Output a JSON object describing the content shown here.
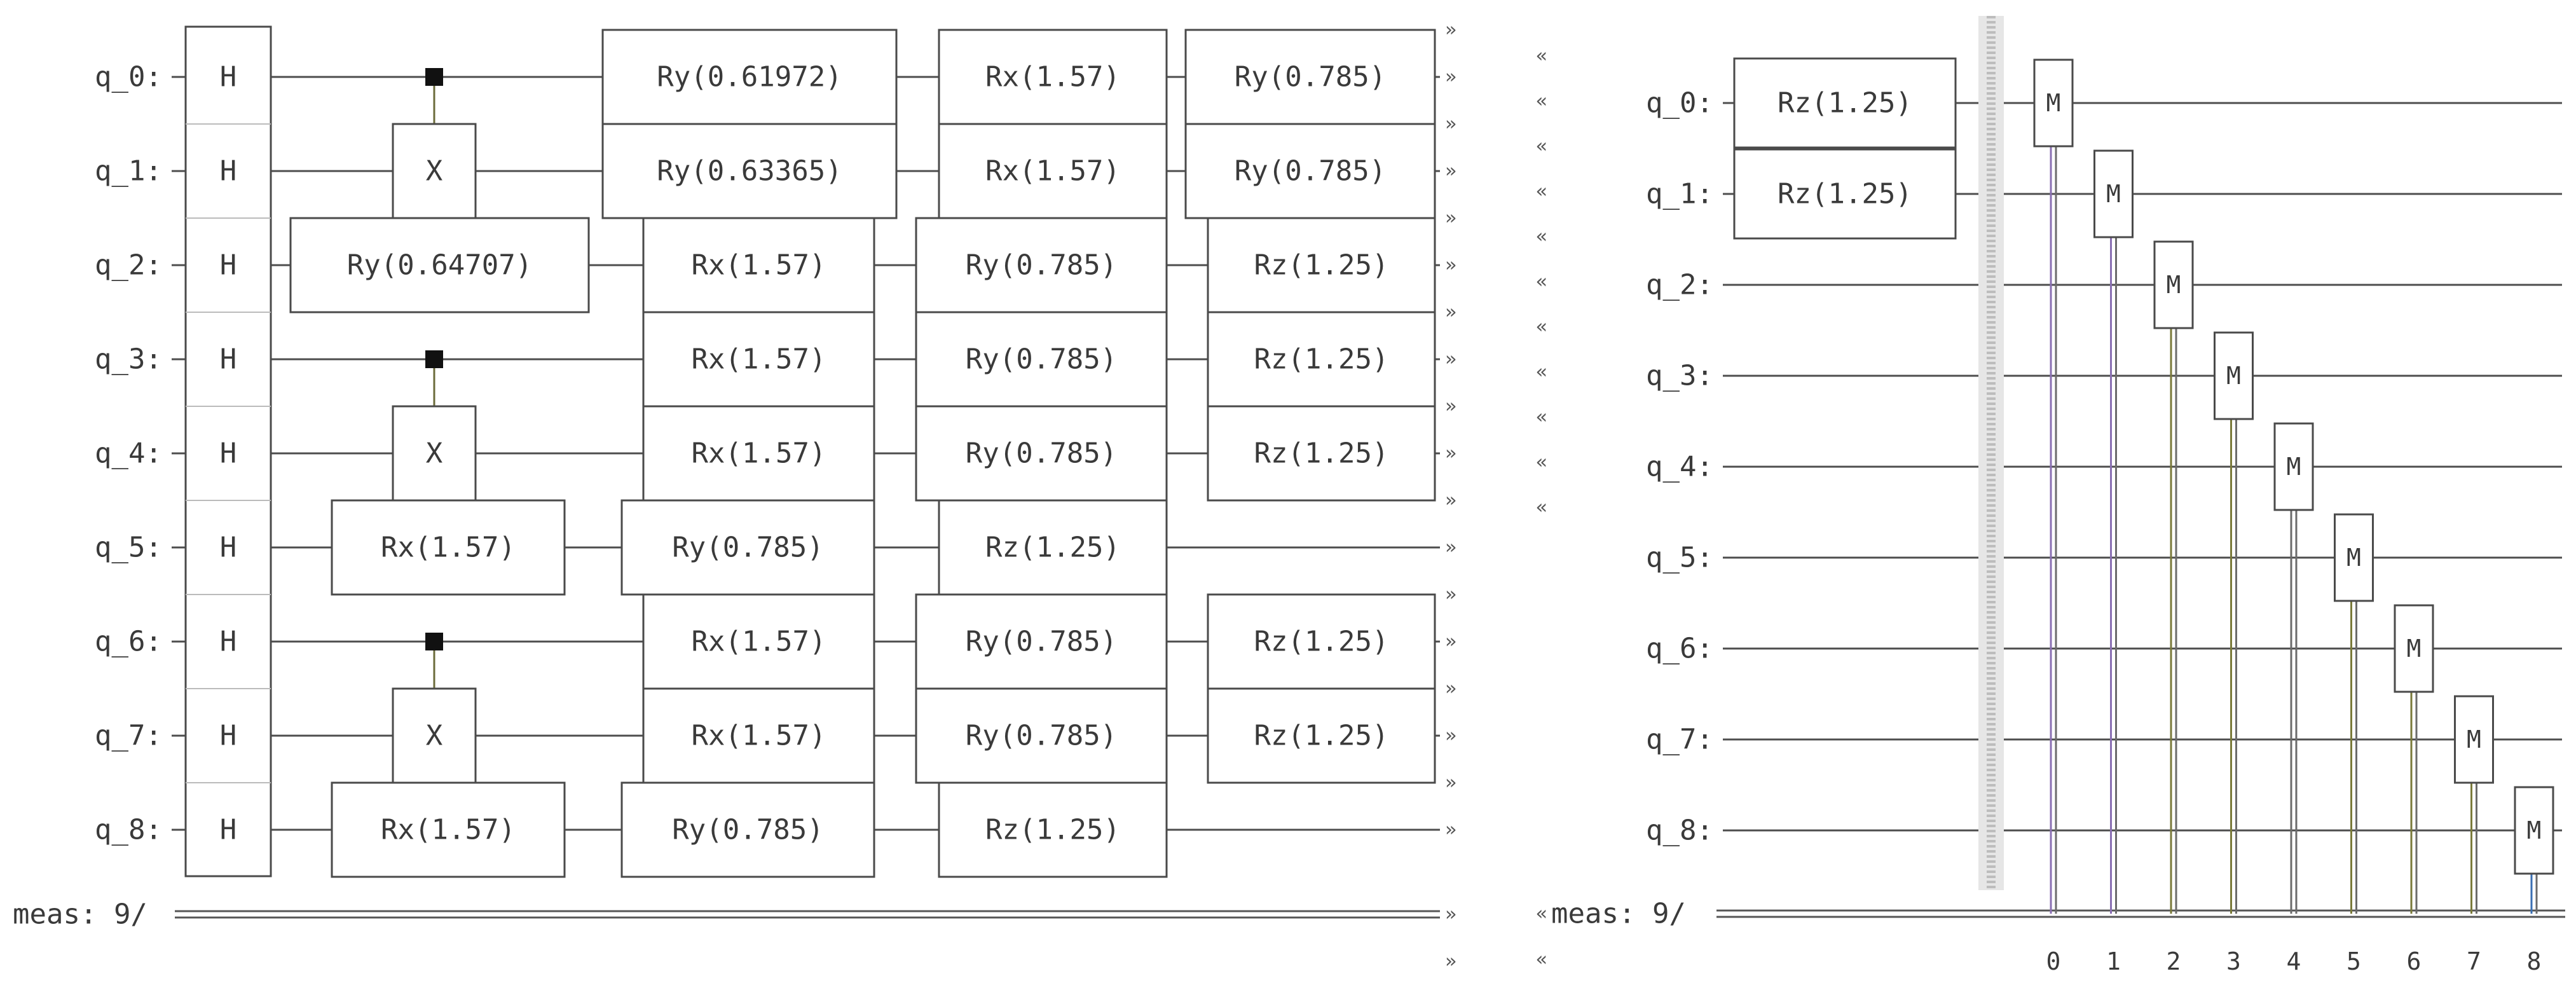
{
  "circuit": {
    "qubits": [
      "q_0:",
      "q_1:",
      "q_2:",
      "q_3:",
      "q_4:",
      "q_5:",
      "q_6:",
      "q_7:",
      "q_8:"
    ],
    "classical_register": "meas: 9/",
    "hadamard": "H",
    "cx_target": "X",
    "cx_pairs": [
      [
        0,
        1
      ],
      [
        3,
        4
      ],
      [
        6,
        7
      ]
    ],
    "left_gates": [
      {
        "qubit": 0,
        "label": "Ry(0.61972)"
      },
      {
        "qubit": 0,
        "label": "Rx(1.57)"
      },
      {
        "qubit": 0,
        "label": "Ry(0.785)"
      },
      {
        "qubit": 1,
        "label": "Ry(0.63365)"
      },
      {
        "qubit": 1,
        "label": "Rx(1.57)"
      },
      {
        "qubit": 1,
        "label": "Ry(0.785)"
      },
      {
        "qubit": 2,
        "label": "Ry(0.64707)"
      },
      {
        "qubit": 2,
        "label": "Rx(1.57)"
      },
      {
        "qubit": 2,
        "label": "Ry(0.785)"
      },
      {
        "qubit": 2,
        "label": "Rz(1.25)"
      },
      {
        "qubit": 3,
        "label": "Rx(1.57)"
      },
      {
        "qubit": 3,
        "label": "Ry(0.785)"
      },
      {
        "qubit": 3,
        "label": "Rz(1.25)"
      },
      {
        "qubit": 4,
        "label": "Rx(1.57)"
      },
      {
        "qubit": 4,
        "label": "Ry(0.785)"
      },
      {
        "qubit": 4,
        "label": "Rz(1.25)"
      },
      {
        "qubit": 5,
        "label": "Rx(1.57)"
      },
      {
        "qubit": 5,
        "label": "Ry(0.785)"
      },
      {
        "qubit": 5,
        "label": "Rz(1.25)"
      },
      {
        "qubit": 6,
        "label": "Rx(1.57)"
      },
      {
        "qubit": 6,
        "label": "Ry(0.785)"
      },
      {
        "qubit": 6,
        "label": "Rz(1.25)"
      },
      {
        "qubit": 7,
        "label": "Rx(1.57)"
      },
      {
        "qubit": 7,
        "label": "Ry(0.785)"
      },
      {
        "qubit": 7,
        "label": "Rz(1.25)"
      },
      {
        "qubit": 8,
        "label": "Rx(1.57)"
      },
      {
        "qubit": 8,
        "label": "Ry(0.785)"
      },
      {
        "qubit": 8,
        "label": "Rz(1.25)"
      }
    ],
    "right_gates": [
      {
        "qubit": 0,
        "label": "Rz(1.25)"
      },
      {
        "qubit": 1,
        "label": "Rz(1.25)"
      }
    ],
    "measure_label": "M",
    "measure_indices": [
      "0",
      "1",
      "2",
      "3",
      "4",
      "5",
      "6",
      "7",
      "8"
    ],
    "continue_out": "»",
    "continue_in": "«"
  }
}
